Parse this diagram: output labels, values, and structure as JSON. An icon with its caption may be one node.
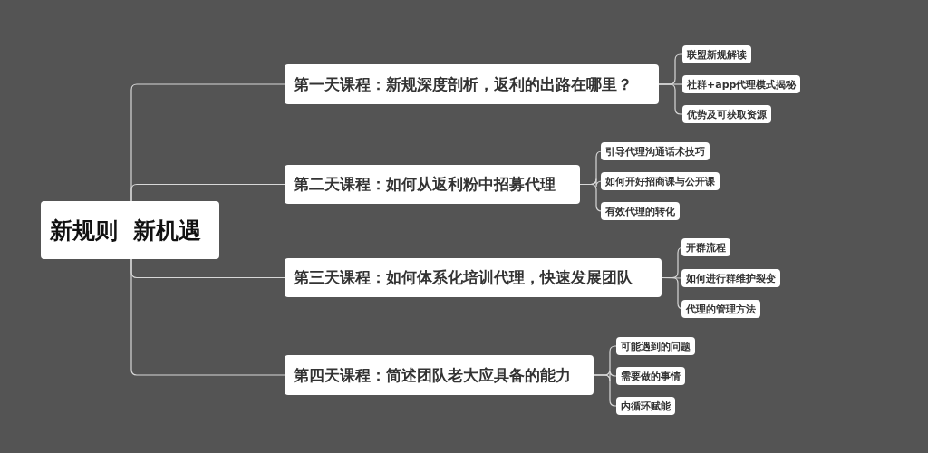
{
  "diagram": {
    "nodes": [
      {
        "text": [
          "新规则  新机遇"
        ]
      },
      {
        "text": [
          "第一天课程：新规深度剖析，返利的出路在哪里？"
        ]
      },
      {
        "text": [
          "联盟新规解读"
        ]
      },
      {
        "text": [
          "社群+app代理模式揭秘"
        ]
      },
      {
        "text": [
          "优势及可获取资源"
        ]
      },
      {
        "text": [
          "第二天课程：如何从返利粉中招募代理"
        ]
      },
      {
        "text": [
          "引导代理沟通话术技巧"
        ]
      },
      {
        "text": [
          "如何开好招商课与公开课"
        ]
      },
      {
        "text": [
          "有效代理的转化"
        ]
      },
      {
        "text": [
          "第三天课程：如何体系化培训代理，快速发展团队"
        ]
      },
      {
        "text": [
          "开群流程"
        ]
      },
      {
        "text": [
          "如何进行群维护裂变"
        ]
      },
      {
        "text": [
          "代理的管理方法"
        ]
      },
      {
        "text": [
          "第四天课程：简述团队老大应具备的能力"
        ]
      },
      {
        "text": [
          "可能遇到的问题"
        ]
      },
      {
        "text": [
          "需要做的事情"
        ]
      },
      {
        "text": [
          "内循环赋能"
        ]
      }
    ],
    "edges": [
      {
        "from": 0,
        "to": 1,
        "arrow": "none"
      },
      {
        "from": 0,
        "to": 5,
        "arrow": "none"
      },
      {
        "from": 0,
        "to": 9,
        "arrow": "none"
      },
      {
        "from": 0,
        "to": 13,
        "arrow": "none"
      },
      {
        "from": 1,
        "to": 2,
        "arrow": "none"
      },
      {
        "from": 1,
        "to": 3,
        "arrow": "none"
      },
      {
        "from": 1,
        "to": 4,
        "arrow": "none"
      },
      {
        "from": 5,
        "to": 6,
        "arrow": "none"
      },
      {
        "from": 5,
        "to": 7,
        "arrow": "none"
      },
      {
        "from": 5,
        "to": 8,
        "arrow": "none"
      },
      {
        "from": 9,
        "to": 10,
        "arrow": "none"
      },
      {
        "from": 9,
        "to": 11,
        "arrow": "none"
      },
      {
        "from": 9,
        "to": 12,
        "arrow": "none"
      },
      {
        "from": 13,
        "to": 14,
        "arrow": "none"
      },
      {
        "from": 13,
        "to": 15,
        "arrow": "none"
      },
      {
        "from": 13,
        "to": 16,
        "arrow": "none"
      }
    ]
  }
}
